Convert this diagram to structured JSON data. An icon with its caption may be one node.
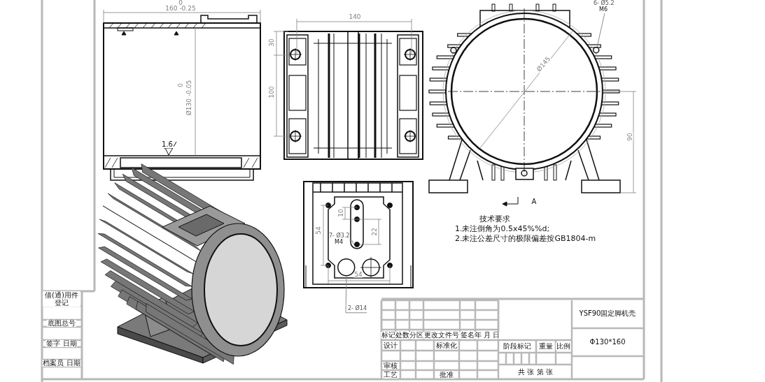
{
  "diagram": {
    "nodes": [
      {
        "text": [
          "6- Ø5.2",
          "M6"
        ]
      },
      {
        "text": [
          "7- Ø3.2",
          "M4"
        ]
      },
      {
        "text": [
          "2- Ø14"
        ]
      },
      {
        "text": [],
        "shape": "circle"
      },
      {
        "text": [],
        "shape": "circle"
      },
      {
        "text": [],
        "shape": "circle"
      }
    ],
    "edges": [
      {
        "from": 0,
        "to": 3,
        "arrow": "none"
      },
      {
        "from": 1,
        "to": 4,
        "arrow": "none"
      },
      {
        "from": 2,
        "to": 5,
        "arrow": "none"
      }
    ],
    "labels": [
      "0",
      "160 -0.25",
      "140",
      "30",
      "100",
      "0",
      "Ø130 -0.05",
      "1.6",
      "Ø145",
      "90",
      "A",
      "10",
      "54",
      "22",
      "54",
      "技术要求",
      "1.未注倒角为0.5x45%%d;",
      "2.未注公差尺寸的极限偏差按GB1804-m",
      "借(通)用件登记",
      "YSF90固定脚机壳",
      "底图总号",
      "标记",
      "处数",
      "分区",
      "更改文件号",
      "签名",
      "年 月 日",
      "Φ130*160",
      "签字 日期",
      "设计",
      "标准化",
      "阶段标记",
      "重量",
      "比例",
      "档案员 日期",
      "审核",
      "工艺",
      "批准",
      "共 张 第 张"
    ]
  }
}
